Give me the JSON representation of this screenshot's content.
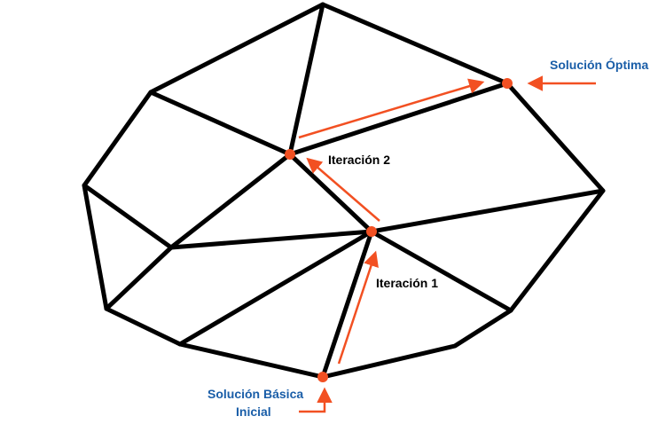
{
  "labels": {
    "optimal": "Solución Óptima",
    "iteration2": "Iteración 2",
    "iteration1": "Iteración 1",
    "initial_line1": "Solución Básica",
    "initial_line2": "Inicial"
  },
  "colors": {
    "edges": "#000000",
    "vertex_highlight": "#f25022",
    "arrows": "#f25022",
    "callout_text_blue": "#1a5ea8",
    "iteration_text": "#000000"
  }
}
